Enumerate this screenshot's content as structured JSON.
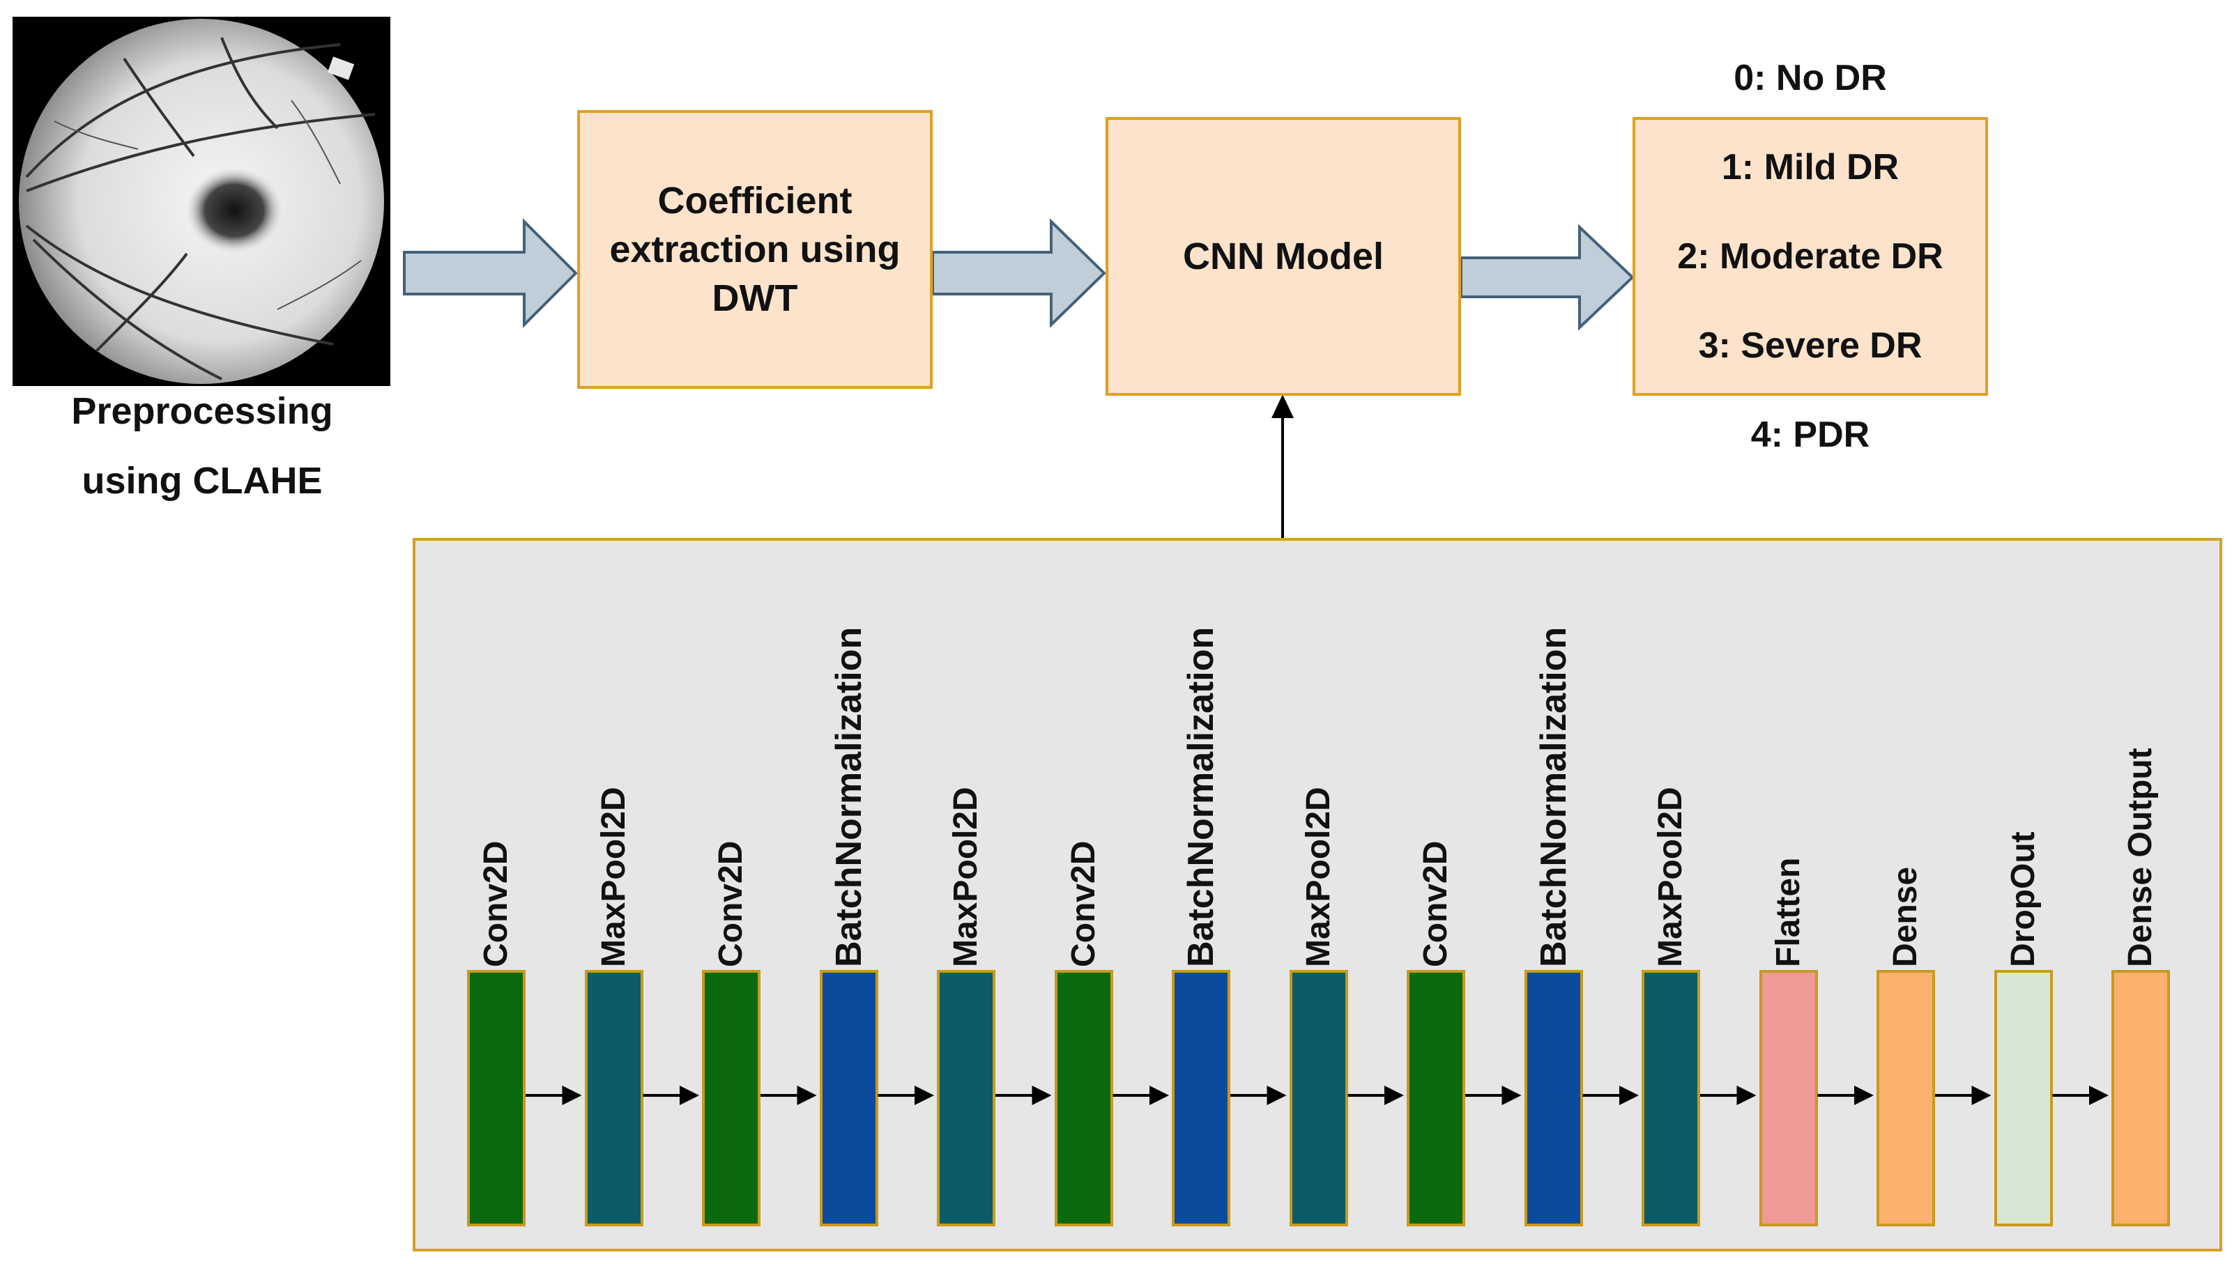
{
  "preprocess": {
    "caption": "Preprocessing\nusing CLAHE"
  },
  "pipeline": {
    "dwt_box": "Coefficient\nextraction using\nDWT",
    "cnn_box": "CNN Model",
    "classes": [
      "0: No DR",
      "1: Mild DR",
      "2: Moderate DR",
      "3: Severe DR",
      "4: PDR"
    ]
  },
  "cnn_layers": [
    {
      "label": "Conv2D",
      "color": "#0b6a10"
    },
    {
      "label": "MaxPool2D",
      "color": "#0b5c66"
    },
    {
      "label": "Conv2D",
      "color": "#0b6a10"
    },
    {
      "label": "BatchNormalization",
      "color": "#0a4b9e"
    },
    {
      "label": "MaxPool2D",
      "color": "#0b5c66"
    },
    {
      "label": "Conv2D",
      "color": "#0b6a10"
    },
    {
      "label": "BatchNormalization",
      "color": "#0a4b9e"
    },
    {
      "label": "MaxPool2D",
      "color": "#0b5c66"
    },
    {
      "label": "Conv2D",
      "color": "#0b6a10"
    },
    {
      "label": "BatchNormalization",
      "color": "#0a4b9e"
    },
    {
      "label": "MaxPool2D",
      "color": "#0b5c66"
    },
    {
      "label": "Flatten",
      "color": "#f09a98"
    },
    {
      "label": "Dense",
      "color": "#fbb06d"
    },
    {
      "label": "DropOut",
      "color": "#d6e8d4"
    },
    {
      "label": "Dense Output",
      "color": "#fbb06d"
    }
  ],
  "colors": {
    "box_fill": "#fde3cc",
    "box_border": "#e0a020",
    "block_arrow_fill": "#c0ced9",
    "block_arrow_stroke": "#44617b",
    "panel_fill": "#e6e6e6"
  }
}
